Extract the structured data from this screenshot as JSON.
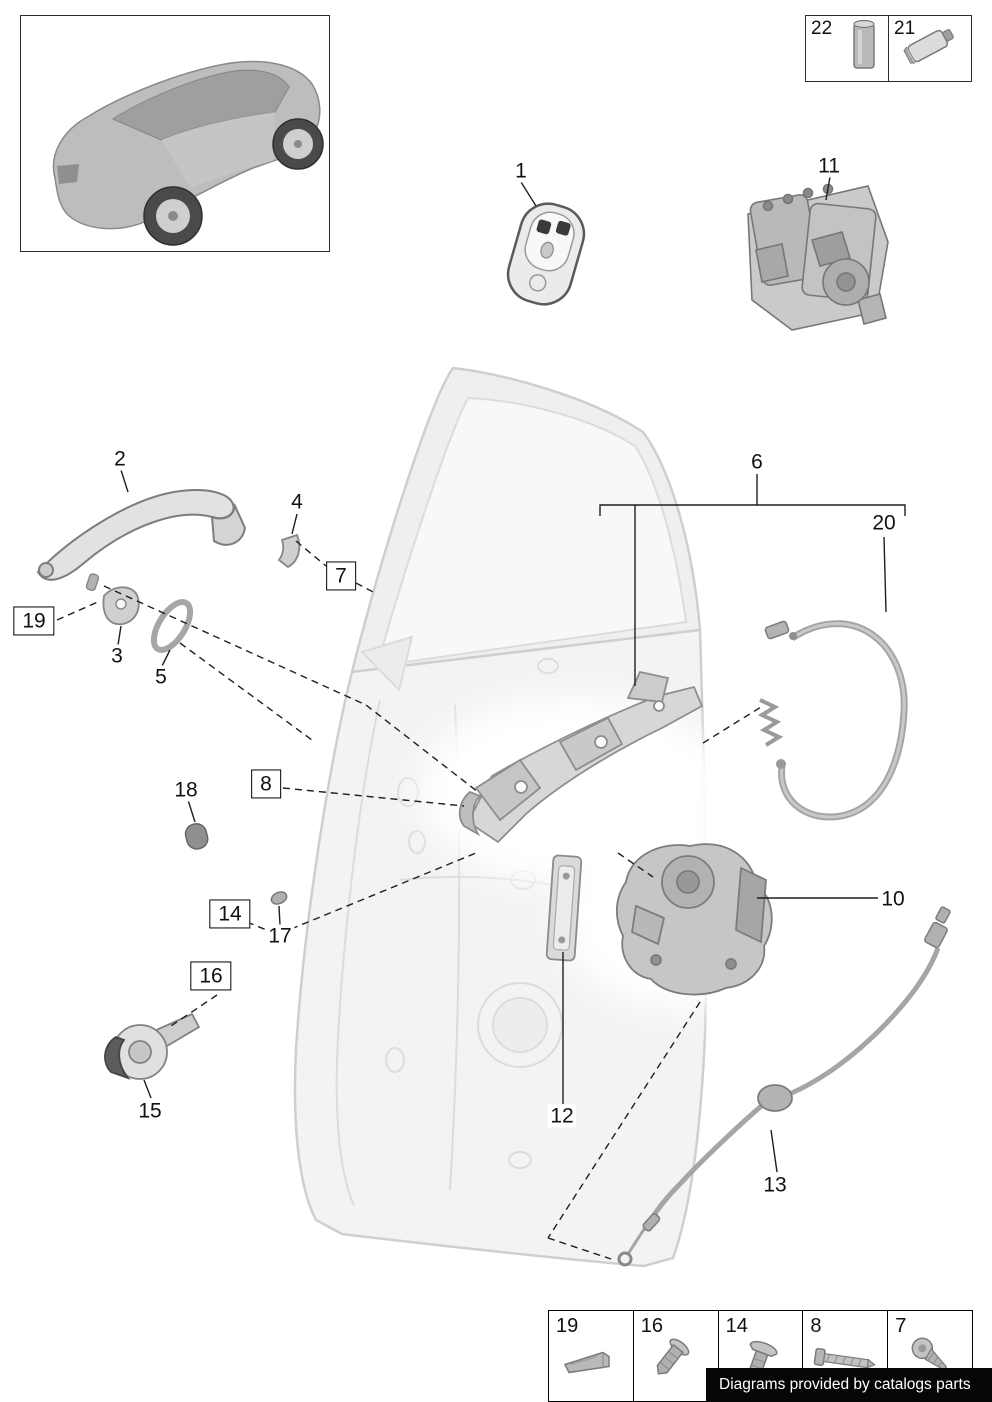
{
  "page": {
    "attribution": "Diagrams provided by catalogs parts"
  },
  "legend": {
    "items": [
      {
        "number": "22",
        "icon": "grease-stick-icon"
      },
      {
        "number": "21",
        "icon": "sealant-tube-icon"
      }
    ]
  },
  "part_labels": [
    {
      "text": "1",
      "boxed": false
    },
    {
      "text": "11",
      "boxed": false
    },
    {
      "text": "2",
      "boxed": false
    },
    {
      "text": "4",
      "boxed": false
    },
    {
      "text": "6",
      "boxed": false
    },
    {
      "text": "20",
      "boxed": false
    },
    {
      "text": "3",
      "boxed": false
    },
    {
      "text": "5",
      "boxed": false
    },
    {
      "text": "18",
      "boxed": false
    },
    {
      "text": "17",
      "boxed": false
    },
    {
      "text": "15",
      "boxed": false
    },
    {
      "text": "10",
      "boxed": false
    },
    {
      "text": "12",
      "boxed": false
    },
    {
      "text": "13",
      "boxed": false
    },
    {
      "text": "19",
      "boxed": true
    },
    {
      "text": "7",
      "boxed": true
    },
    {
      "text": "8",
      "boxed": true
    },
    {
      "text": "14",
      "boxed": true
    },
    {
      "text": "16",
      "boxed": true
    }
  ],
  "fastener_table": {
    "cells": [
      {
        "number": "19",
        "icon": "wedge-clip-icon"
      },
      {
        "number": "16",
        "icon": "expansion-rivet-icon"
      },
      {
        "number": "14",
        "icon": "grommet-clip-icon"
      },
      {
        "number": "8",
        "icon": "long-screw-icon"
      },
      {
        "number": "7",
        "icon": "pan-head-screw-icon"
      }
    ]
  }
}
